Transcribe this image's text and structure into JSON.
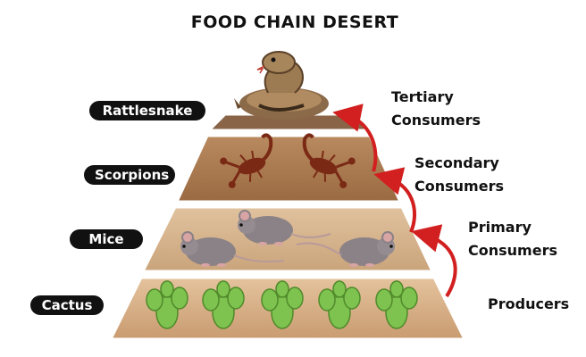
{
  "title": "FOOD CHAIN DESERT",
  "levels": [
    {
      "organism": "Rattlesnake",
      "trophic_line1": "Tertiary",
      "trophic_line2": "Consumers",
      "organism_icon": "snake-icon"
    },
    {
      "organism": "Scorpions",
      "trophic_line1": "Secondary",
      "trophic_line2": "Consumers",
      "organism_icon": "scorpion-icon"
    },
    {
      "organism": "Mice",
      "trophic_line1": "Primary",
      "trophic_line2": "Consumers",
      "organism_icon": "mouse-icon"
    },
    {
      "organism": "Cactus",
      "trophic_line1": "Producers",
      "trophic_line2": "",
      "organism_icon": "cactus-icon"
    }
  ],
  "colors": {
    "tier_top": "#8a6447",
    "tier_scorpions": "#a8794f",
    "tier_mice": "#d4b08a",
    "tier_cactus": "#d9b48f",
    "pill": "#111111",
    "arrow": "#d21f1f",
    "cactus": "#7ec24f",
    "scorpion": "#7a2a14",
    "mouse": "#8b8287",
    "snake": "#7a5a3a"
  }
}
